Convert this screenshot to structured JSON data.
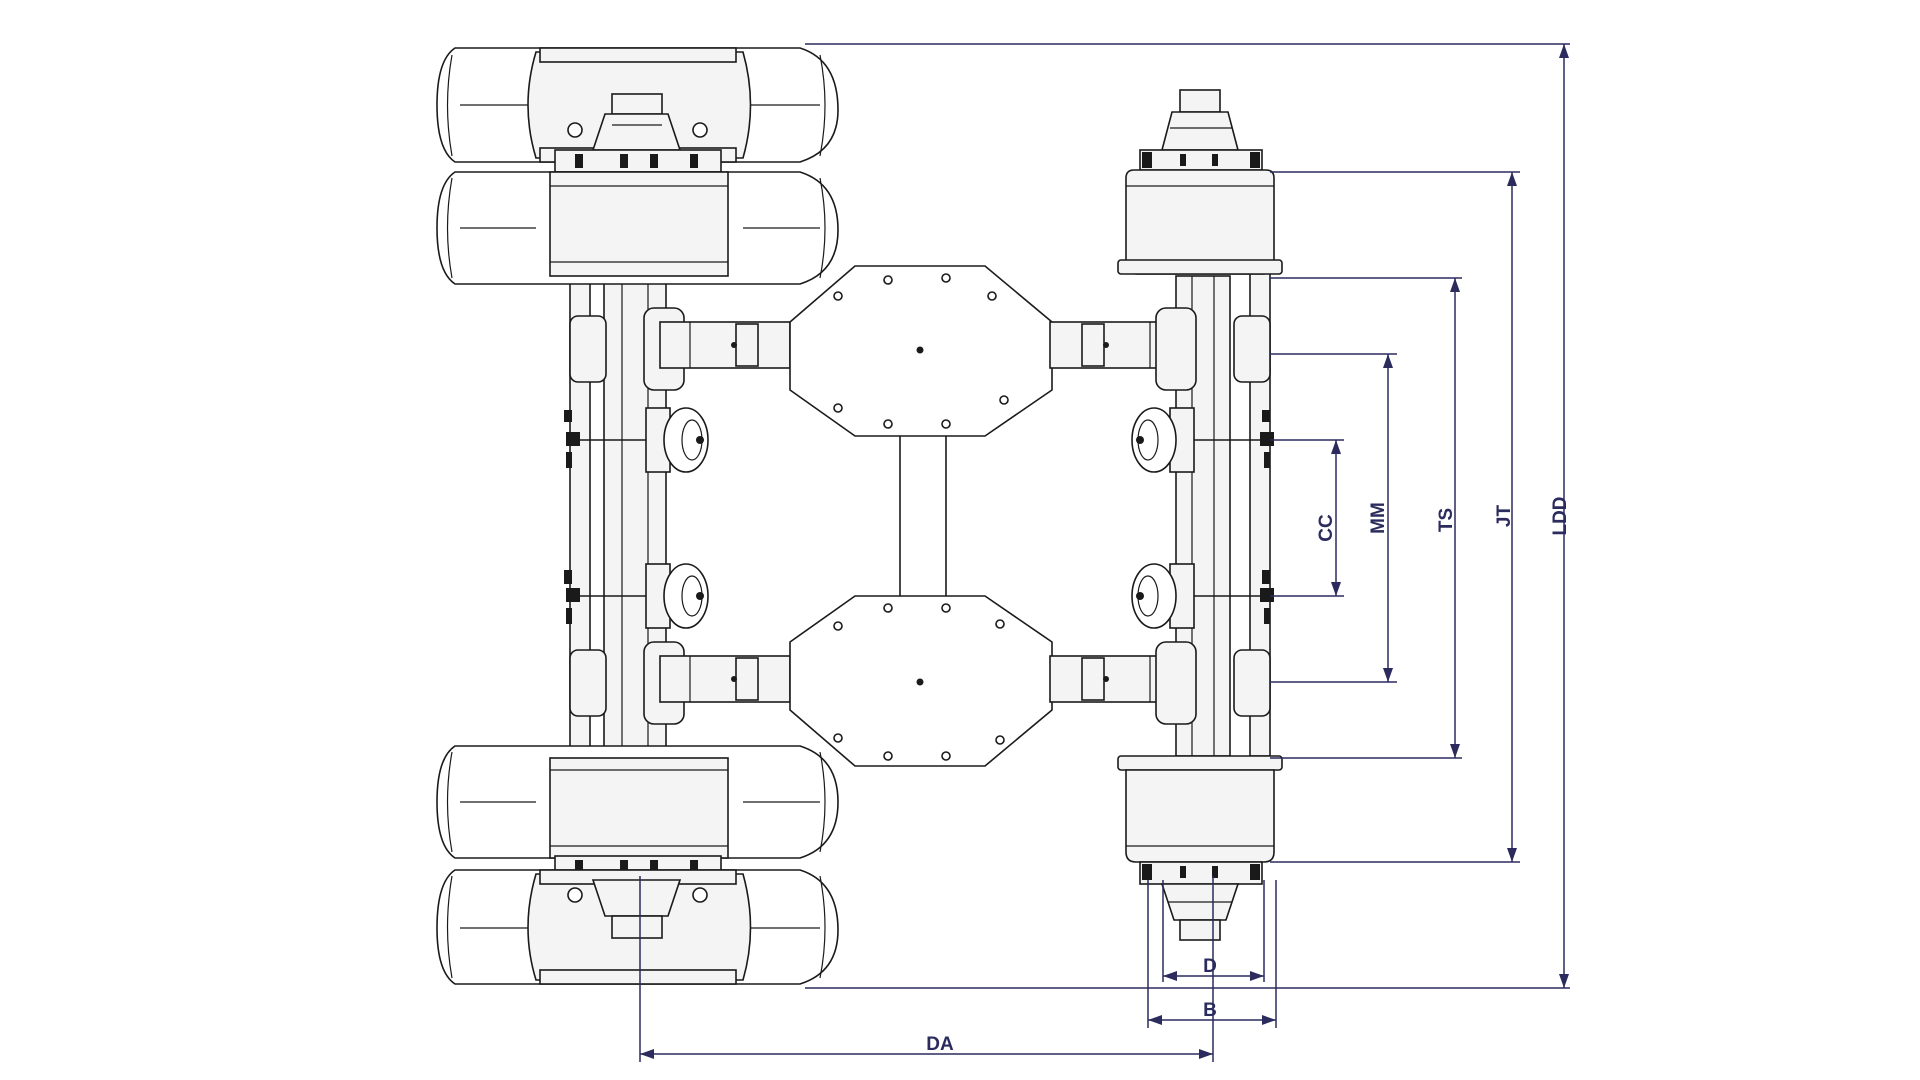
{
  "dimensions": {
    "ldd": "LDD",
    "jt": "JT",
    "ts": "TS",
    "mm": "MM",
    "cc": "CC",
    "d": "D",
    "b": "B",
    "da": "DA"
  },
  "colors": {
    "line": "#1a1a1a",
    "dimension": "#2b2b5e",
    "background": "#ffffff"
  }
}
